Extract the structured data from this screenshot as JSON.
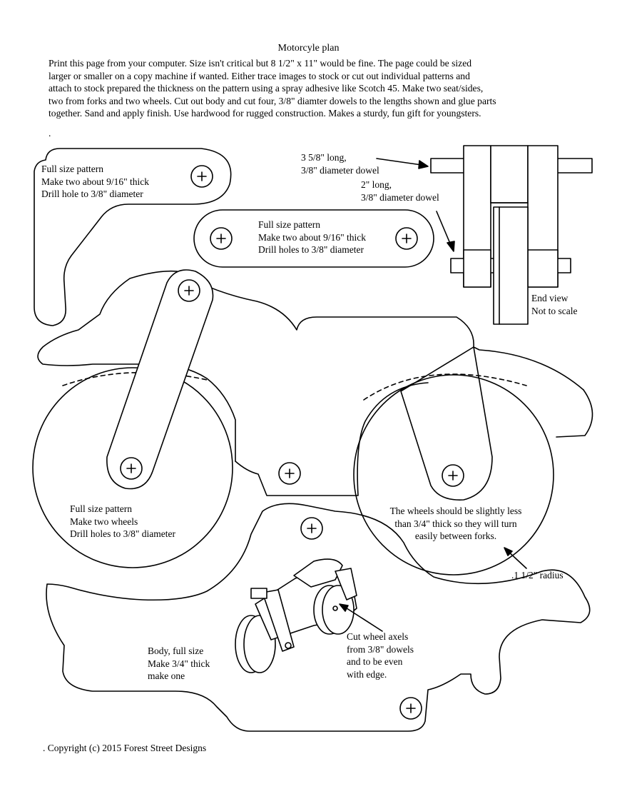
{
  "title": "Motorcyle plan",
  "intro_lines": [
    "Print this page from your computer.  Size isn't critical but 8 1/2\" x 11\" would be fine.  The page could be sized",
    "larger or smaller on a copy machine if wanted.  Either trace images to stock or cut out individual patterns and",
    "attach to stock prepared the thickness on the pattern using a spray adhesive like Scotch 45.  Make two seat/sides,",
    "two from forks and two wheels.  Cut out body and cut four, 3/8\" diamter dowels to the lengths shown and glue parts",
    "together. Sand and apply finish.  Use hardwood for rugged construction.  Makes a sturdy, fun gift for youngsters."
  ],
  "dot": ".",
  "seat_note": [
    "Full size pattern",
    "Make two about 9/16\" thick",
    "Drill hole to 3/8\" diameter"
  ],
  "fork_note": [
    "Full size pattern",
    "Make two about 9/16\" thick",
    "Drill holes to 3/8\" diameter"
  ],
  "dowel_long": [
    "3 5/8\" long,",
    "3/8\" diameter dowel"
  ],
  "dowel_short": [
    "2\" long,",
    "3/8\" diameter dowel"
  ],
  "end_view": [
    "End view",
    "Not to scale"
  ],
  "wheel_note": [
    "Full size pattern",
    "Make two wheels",
    "Drill holes to 3/8\" diameter"
  ],
  "wheel_fit_note": [
    "The wheels should be slightly less",
    "than 3/4\" thick so they will turn",
    "easily between forks."
  ],
  "radius_label": ".1 1/2\" radius",
  "body_note": [
    "Body, full size",
    "Make 3/4\" thick",
    "make one"
  ],
  "axle_note": [
    "Cut wheel axels",
    "from 3/8\" dowels",
    "and to be even",
    "with edge."
  ],
  "copyright": ".  Copyright (c) 2015  Forest Street Designs",
  "colors": {
    "line": "#000000",
    "background": "#ffffff"
  }
}
